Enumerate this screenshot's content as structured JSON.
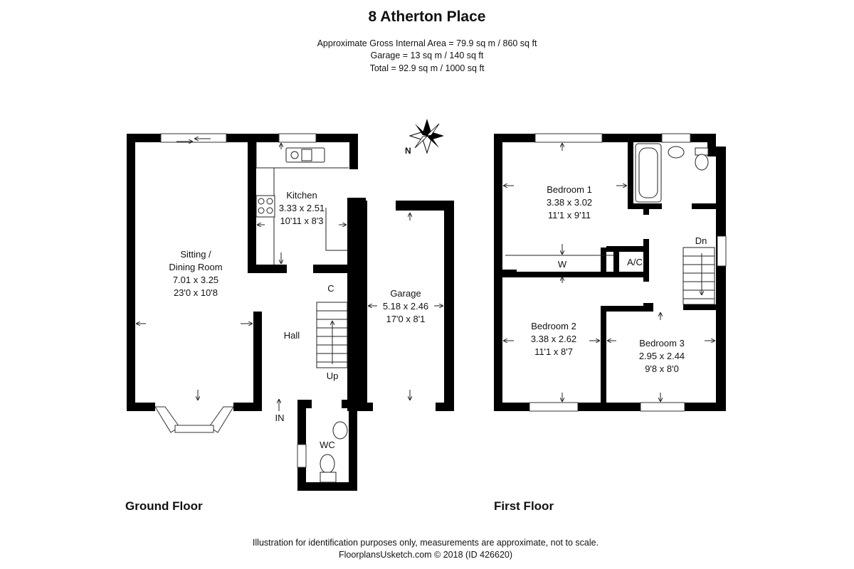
{
  "title": "8 Atherton Place",
  "areas": {
    "gross": "Approximate Gross Internal Area = 79.9 sq m / 860 sq ft",
    "garage": "Garage = 13 sq m / 140 sq ft",
    "total": "Total = 92.9 sq m / 1000 sq ft"
  },
  "compass": "N",
  "ground_floor": {
    "label": "Ground Floor",
    "sitting": {
      "name_1": "Sitting /",
      "name_2": "Dining Room",
      "metric": "7.01 x 3.25",
      "imperial": "23'0 x 10'8"
    },
    "kitchen": {
      "name": "Kitchen",
      "metric": "3.33 x 2.51",
      "imperial": "10'11 x 8'3"
    },
    "cupboard": "C",
    "hall": "Hall",
    "up": "Up",
    "entrance": "IN",
    "wc": "WC",
    "garage": {
      "name": "Garage",
      "metric": "5.18 x 2.46",
      "imperial": "17'0 x 8'1"
    }
  },
  "first_floor": {
    "label": "First Floor",
    "bedroom1": {
      "name": "Bedroom 1",
      "metric": "3.38 x 3.02",
      "imperial": "11'1 x 9'11"
    },
    "wardrobe": "W",
    "airing": "A/C",
    "down": "Dn",
    "bedroom2": {
      "name": "Bedroom 2",
      "metric": "3.38 x 2.62",
      "imperial": "11'1 x 8'7"
    },
    "bedroom3": {
      "name": "Bedroom 3",
      "metric": "2.95 x 2.44",
      "imperial": "9'8 x 8'0"
    }
  },
  "footer": {
    "line1": "Illustration for identification purposes only, measurements are approximate, not to scale.",
    "line2": "FloorplansUsketch.com © 2018 (ID 426620)"
  }
}
